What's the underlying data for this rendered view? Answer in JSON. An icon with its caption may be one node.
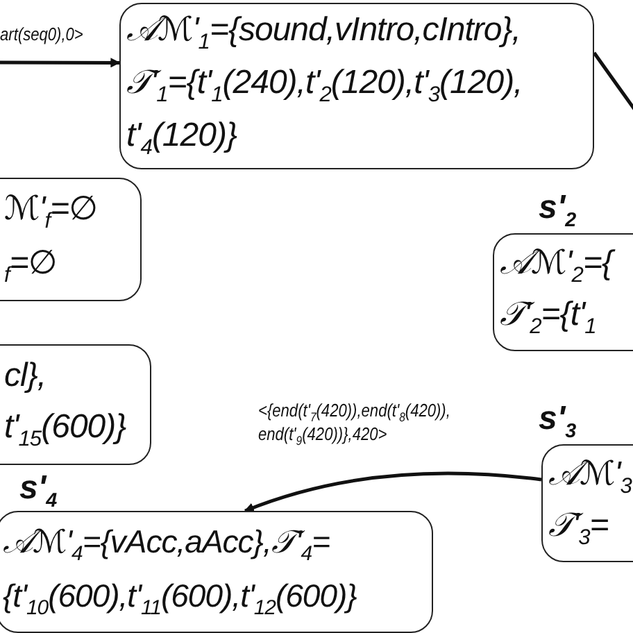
{
  "diagram": {
    "nodes": [
      {
        "text": [
          "𝒜ℳ'$_{1}$={sound,vIntro,cIntro},",
          "𝒯'$_{1}$={t'$_{1}$(240),t'$_{2}$(120),t'$_{3}$(120),",
          "t'$_{4}$(120)}"
        ]
      },
      {
        "text": [
          "ℳ'$_{f}$=∅",
          "$_{f}$=∅"
        ]
      },
      {
        "text": [
          "cl},",
          "t'$_{15}$(600)}"
        ]
      },
      {
        "text": [
          "𝒜ℳ'$_{2}$={",
          "𝒯'$_{2}$={t'$_{1}$"
        ],
        "beside": [
          "s'$_{2}$"
        ]
      },
      {
        "text": [
          "𝒜ℳ'$_{3}$",
          "𝒯'$_{3}$="
        ],
        "beside": [
          "s'$_{3}$"
        ]
      },
      {
        "text": [
          "𝒜ℳ'$_{4}$={vAcc,aAcc},𝒯'$_{4}$=",
          "{t'$_{10}$(600),t'$_{11}$(600),t'$_{12}$(600)}"
        ],
        "beside": [
          "s'$_{4}$"
        ]
      }
    ],
    "edges": [
      {
        "from": null,
        "to": 0,
        "arrow": "to",
        "label": "art(seq0),0>"
      },
      {
        "from": 0,
        "to": null,
        "arrow": "none"
      },
      {
        "from": 4,
        "to": 5,
        "arrow": "to",
        "label": "<{end(t'$_{7}$(420)),end(t'$_{8}$(420)), end(t'$_{9}$(420))},420>"
      }
    ]
  }
}
